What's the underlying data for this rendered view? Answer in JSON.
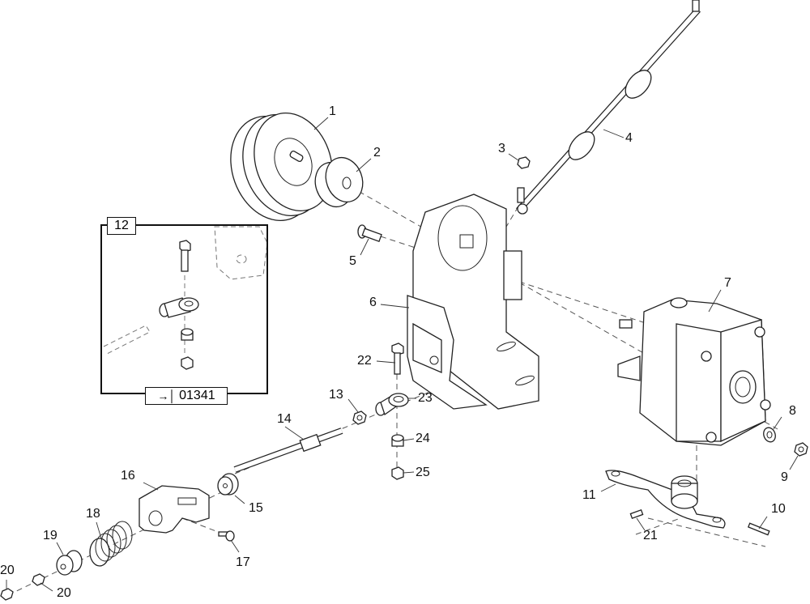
{
  "diagram": {
    "type": "exploded-parts-view",
    "inset": {
      "callout": "12",
      "reference_label": "01341",
      "reference_icon": "arrow-to-bar-icon"
    },
    "callouts": [
      {
        "id": "1",
        "part": "pulley"
      },
      {
        "id": "2",
        "part": "taper-bushing"
      },
      {
        "id": "3",
        "part": "nut"
      },
      {
        "id": "4",
        "part": "control-cable"
      },
      {
        "id": "5",
        "part": "pin"
      },
      {
        "id": "6",
        "part": "mounting-bracket"
      },
      {
        "id": "7",
        "part": "hydraulic-pump"
      },
      {
        "id": "8",
        "part": "washer"
      },
      {
        "id": "9",
        "part": "nut"
      },
      {
        "id": "10",
        "part": "pin"
      },
      {
        "id": "11",
        "part": "lever-arm"
      },
      {
        "id": "12",
        "part": "rod-end-assembly-inset"
      },
      {
        "id": "13",
        "part": "nut"
      },
      {
        "id": "14",
        "part": "rod"
      },
      {
        "id": "15",
        "part": "bushing"
      },
      {
        "id": "16",
        "part": "clevis-bracket"
      },
      {
        "id": "17",
        "part": "screw"
      },
      {
        "id": "18",
        "part": "spring"
      },
      {
        "id": "19",
        "part": "spring-cup"
      },
      {
        "id": "20a",
        "label": "20",
        "part": "nut"
      },
      {
        "id": "20b",
        "label": "20",
        "part": "nut"
      },
      {
        "id": "21",
        "part": "set-screw"
      },
      {
        "id": "22",
        "part": "bolt"
      },
      {
        "id": "23",
        "part": "rod-end"
      },
      {
        "id": "24",
        "part": "spacer"
      },
      {
        "id": "25",
        "part": "nut"
      }
    ]
  }
}
